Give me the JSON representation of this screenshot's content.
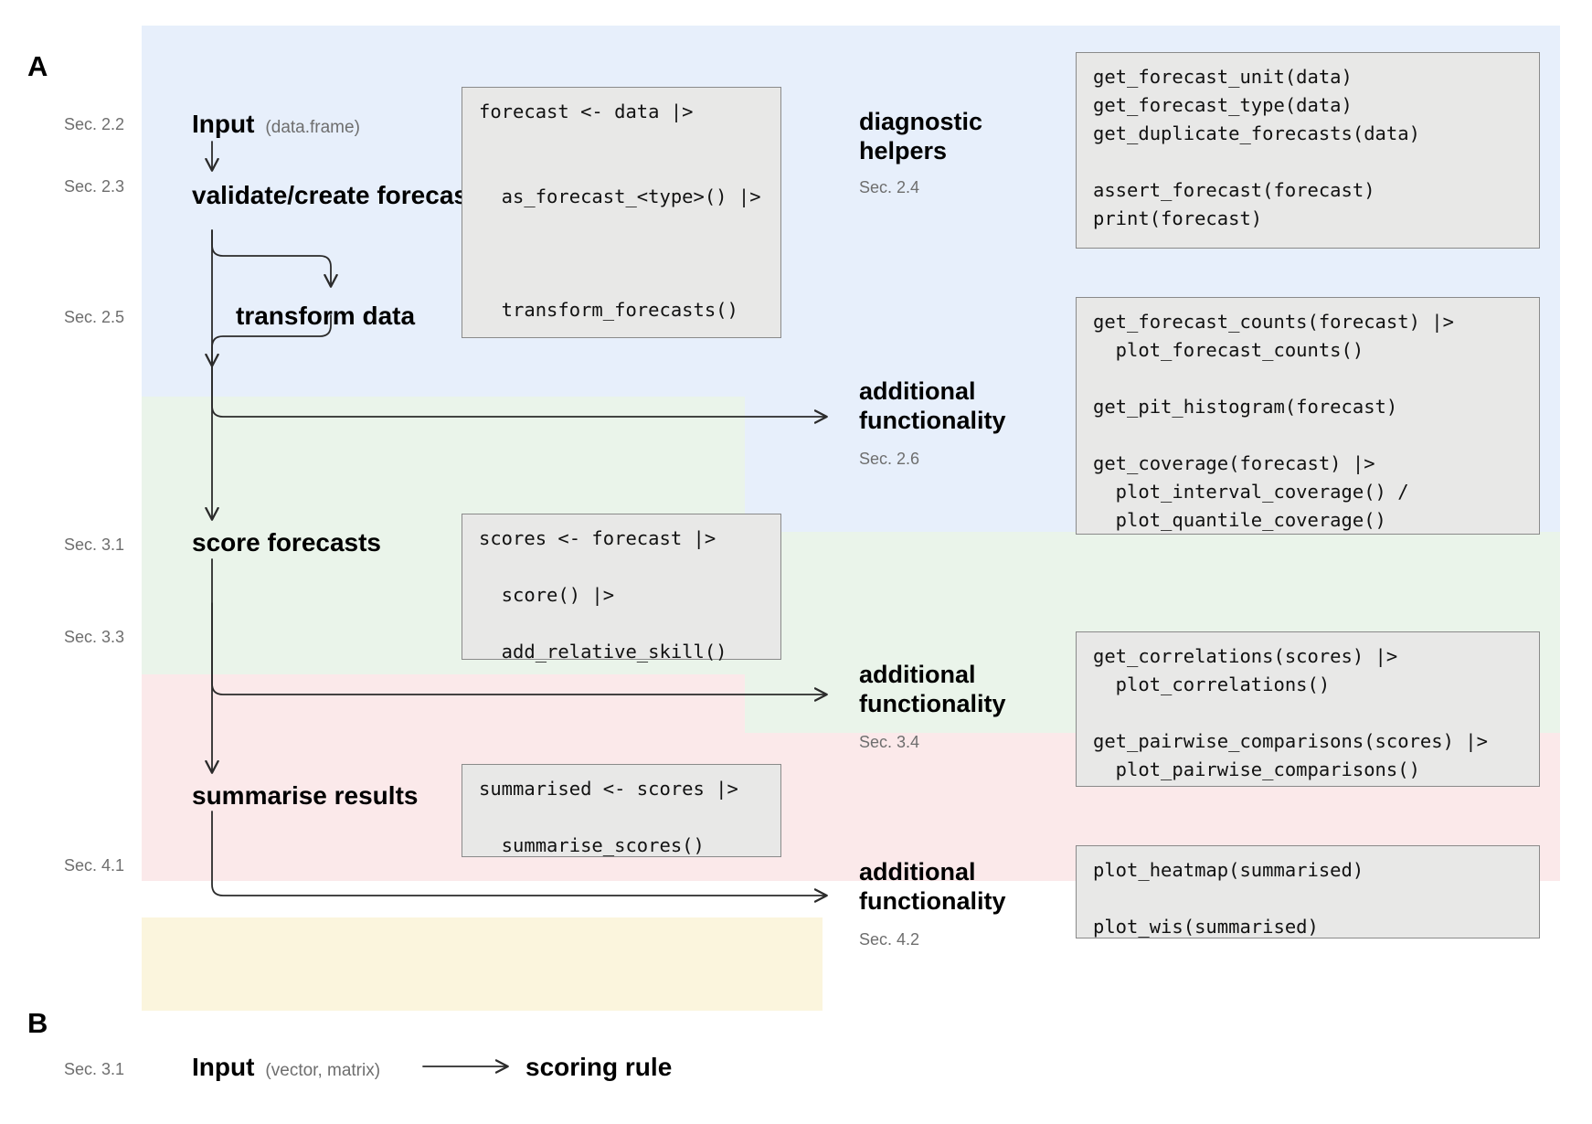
{
  "panels": {
    "a_label": "A",
    "b_label": "B"
  },
  "sections": {
    "input": "Sec. 2.2",
    "validate": "Sec. 2.3",
    "transform": "Sec. 2.5",
    "diagnostic": "Sec. 2.4",
    "additional_a": "Sec. 2.6",
    "score": "Sec. 3.1",
    "summarise_arrow": "Sec. 3.3",
    "additional_b": "Sec. 3.4",
    "summarise": "Sec. 4.1",
    "additional_c": "Sec. 4.2",
    "panel_b": "Sec. 3.1"
  },
  "steps": {
    "input": "Input",
    "input_sub": "(data.frame)",
    "validate": "validate/create\nforecast object",
    "transform": "transform data",
    "score": "score forecasts",
    "summarise": "summarise results"
  },
  "side_titles": {
    "diagnostic": "diagnostic\nhelpers",
    "additional_a": "additional\nfunctionality",
    "additional_b": "additional\nfunctionality",
    "additional_c": "additional\nfunctionality"
  },
  "code_blocks": {
    "pipeline_main": [
      "forecast <- data |>",
      "",
      "",
      "  as_forecast_<type>() |>",
      "",
      "",
      "",
      "  transform_forecasts()"
    ],
    "diagnostic_helpers": [
      "get_forecast_unit(data)",
      "get_forecast_type(data)",
      "get_duplicate_forecasts(data)",
      "",
      "assert_forecast(forecast)",
      "print(forecast)"
    ],
    "additional_a": [
      "get_forecast_counts(forecast) |>",
      "  plot_forecast_counts()",
      "",
      "get_pit_histogram(forecast)",
      "",
      "get_coverage(forecast) |>",
      "  plot_interval_coverage() /",
      "  plot_quantile_coverage()"
    ],
    "score_pipeline": [
      "scores <- forecast |>",
      "",
      "  score() |>",
      "",
      "  add_relative_skill()"
    ],
    "additional_b": [
      "get_correlations(scores) |>",
      "  plot_correlations()",
      "",
      "get_pairwise_comparisons(scores) |>",
      "  plot_pairwise_comparisons()"
    ],
    "summarise_pipeline": [
      "summarised <- scores |>",
      "",
      "  summarise_scores()"
    ],
    "additional_c": [
      "plot_heatmap(summarised)",
      "",
      "plot_wis(summarised)"
    ]
  },
  "panel_b": {
    "input": "Input",
    "input_sub": "(vector, matrix)",
    "target": "scoring rule"
  },
  "colors": {
    "band_blue": "#e7effb",
    "band_green": "#eaf4ea",
    "band_pink": "#fbe9ea",
    "band_cream": "#fbf5dd",
    "code_bg": "#e8e8e7",
    "code_border": "#8a8a8a",
    "text": "#000000",
    "muted": "#6e6e6e"
  }
}
